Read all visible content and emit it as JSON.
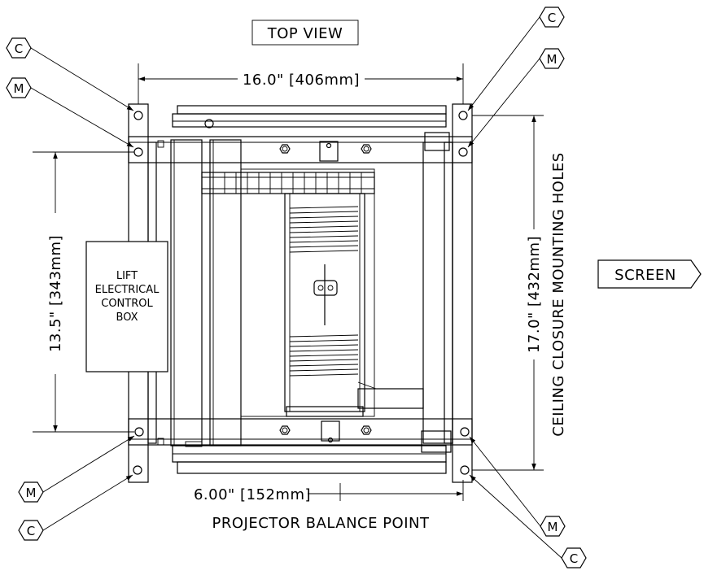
{
  "title": "TOP VIEW",
  "screen_label": "SCREEN",
  "control_box_lines": [
    "LIFT",
    "ELECTRICAL",
    "CONTROL",
    "BOX"
  ],
  "dimensions": {
    "width": "16.0\" [406mm]",
    "depth": "13.5\" [343mm]",
    "mounting_span": "17.0\" [432mm]",
    "balance_offset": "6.00\" [152mm]"
  },
  "labels": {
    "mounting_holes": "CEILING CLOSURE MOUNTING HOLES",
    "balance_point": "PROJECTOR BALANCE POINT"
  },
  "callout_letters": {
    "ceiling": "C",
    "mount": "M"
  }
}
